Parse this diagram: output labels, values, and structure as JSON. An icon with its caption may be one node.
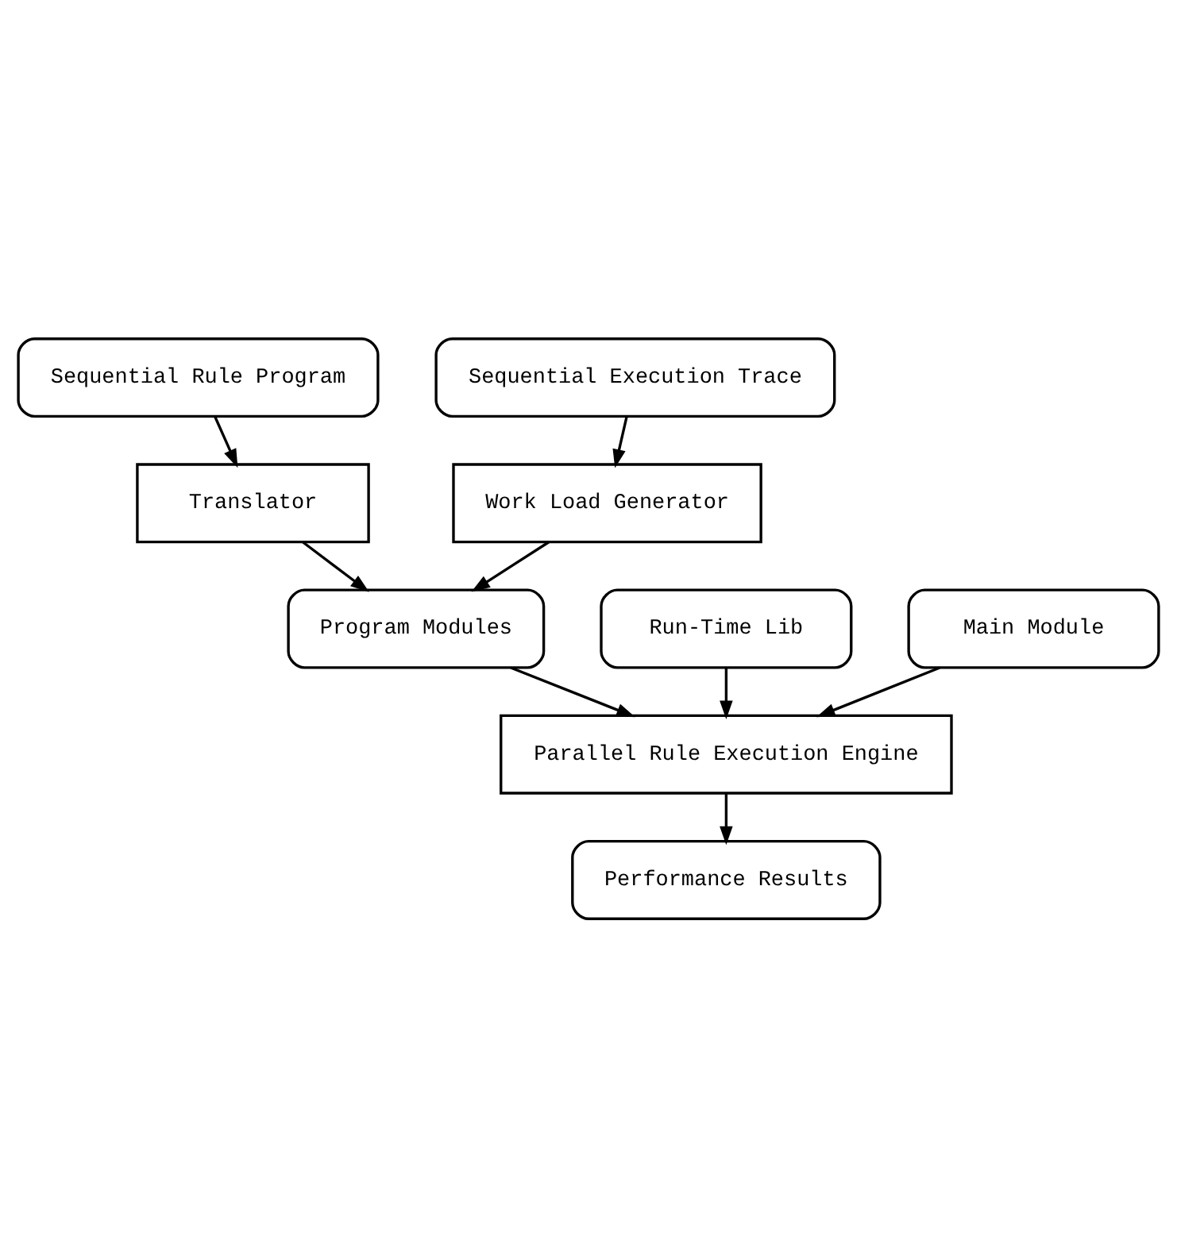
{
  "diagram": {
    "nodes": [
      {
        "text": [
          "Sequential Rule Program"
        ]
      },
      {
        "text": [
          "Sequential Execution Trace"
        ]
      },
      {
        "text": [
          "Translator"
        ]
      },
      {
        "text": [
          "Work Load Generator"
        ]
      },
      {
        "text": [
          "Program Modules"
        ]
      },
      {
        "text": [
          "Run-Time Lib"
        ]
      },
      {
        "text": [
          "Main Module"
        ]
      },
      {
        "text": [
          "Parallel Rule Execution Engine"
        ]
      },
      {
        "text": [
          "Performance Results"
        ]
      }
    ],
    "edges": [
      {
        "from": 0,
        "to": 2,
        "arrow": "to"
      },
      {
        "from": 1,
        "to": 3,
        "arrow": "to"
      },
      {
        "from": 2,
        "to": 4,
        "arrow": "to"
      },
      {
        "from": 3,
        "to": 4,
        "arrow": "to"
      },
      {
        "from": 4,
        "to": 7,
        "arrow": "to"
      },
      {
        "from": 5,
        "to": 7,
        "arrow": "to"
      },
      {
        "from": 6,
        "to": 7,
        "arrow": "to"
      },
      {
        "from": 7,
        "to": 8,
        "arrow": "to"
      }
    ]
  }
}
